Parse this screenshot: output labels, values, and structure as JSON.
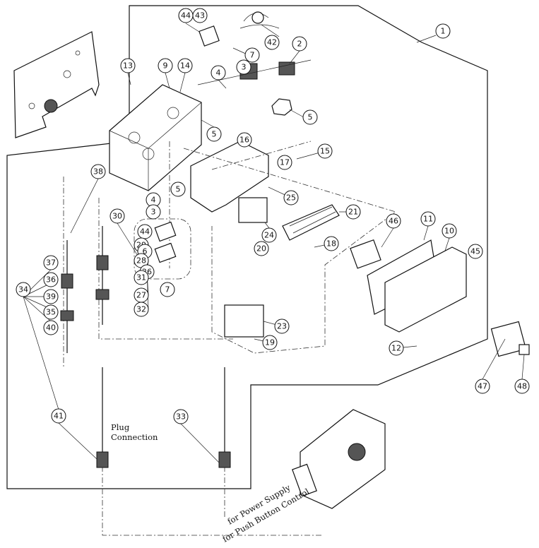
{
  "callouts": [
    "1",
    "44",
    "43",
    "42",
    "7",
    "2",
    "13",
    "9",
    "14",
    "4",
    "3",
    "5",
    "5",
    "16",
    "15",
    "17",
    "38",
    "5",
    "25",
    "4",
    "30",
    "3",
    "21",
    "11",
    "10",
    "46",
    "44",
    "24",
    "18",
    "20",
    "29",
    "45",
    "6",
    "37",
    "28",
    "36",
    "26",
    "31",
    "34",
    "7",
    "39",
    "27",
    "32",
    "35",
    "40",
    "23",
    "19",
    "12",
    "47",
    "48",
    "41",
    "33"
  ],
  "labels": {
    "plug_line1": "Plug",
    "plug_line2": "Connection",
    "power_supply": "for Power Supply",
    "push_button": "for Push Button Control"
  }
}
